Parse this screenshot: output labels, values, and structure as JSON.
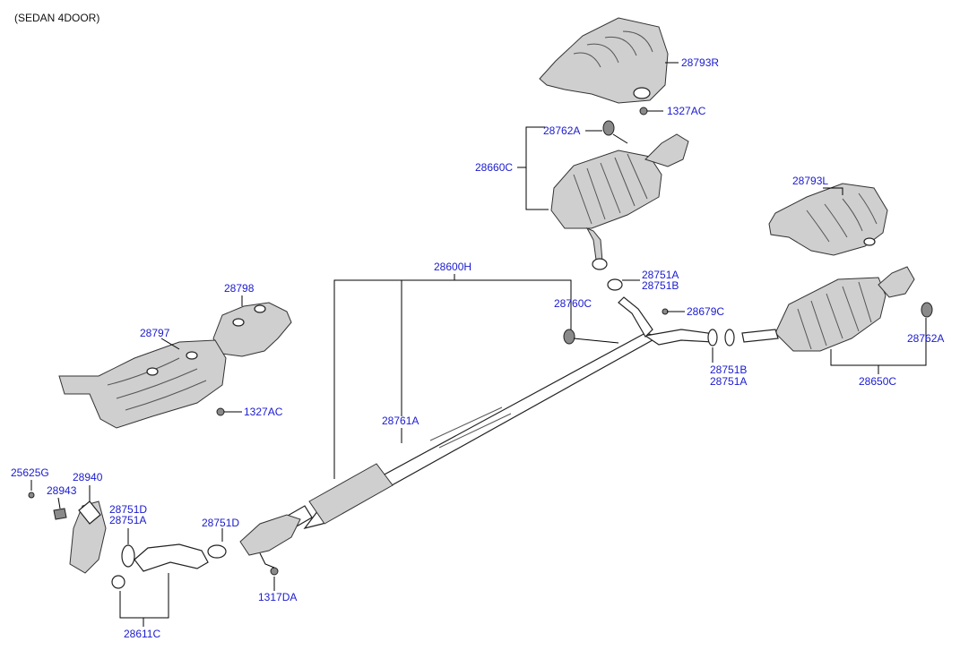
{
  "header": {
    "label": "(SEDAN 4DOOR)"
  },
  "colors": {
    "label": "#1a1ad0",
    "line": "#000000",
    "part_fill": "#cfcfcf"
  },
  "parts": {
    "p28793R": "28793R",
    "p1327AC_top": "1327AC",
    "p28762A_top": "28762A",
    "p28660C": "28660C",
    "p28793L": "28793L",
    "p28600H": "28600H",
    "p28751A_r": "28751A",
    "p28751B_r": "28751B",
    "p28760C": "28760C",
    "p28679C": "28679C",
    "p28798": "28798",
    "p28797": "28797",
    "p1327AC_left": "1327AC",
    "p28751B_mid": "28751B",
    "p28751A_mid": "28751A",
    "p28762A_right": "28762A",
    "p28650C": "28650C",
    "p28761A": "28761A",
    "p25625G": "25625G",
    "p28940": "28940",
    "p28943": "28943",
    "p28751D_a": "28751D",
    "p28751A_left": "28751A",
    "p28751D_b": "28751D",
    "p1317DA": "1317DA",
    "p28611C": "28611C"
  }
}
